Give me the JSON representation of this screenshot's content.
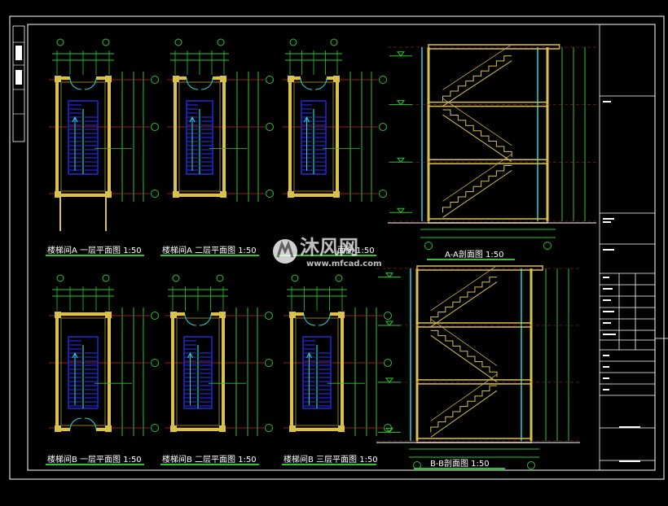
{
  "colors": {
    "background": "#000000",
    "frame": "#ffffff",
    "wall": "#d8c24a",
    "dim": "#28c828",
    "axis": "#d02020",
    "stair": "#1e2ad8",
    "guide": "#1ed8d8",
    "label_underline": "#28c828",
    "text": "#ffffff"
  },
  "drawing_labels": {
    "plan_a1": "楼梯间A 一层平面图  1:50",
    "plan_a2": "楼梯间A 二层平面图  1:50",
    "plan_a3": "面图  1:50",
    "section_a": "A-A剖面图  1:50",
    "plan_b1": "楼梯间B 一层平面图  1:50",
    "plan_b2": "楼梯间B 二层平面图  1:50",
    "plan_b3": "楼梯间B 三层平面图  1:50",
    "section_b": "B-B剖面图  1:50"
  },
  "watermark": {
    "brand_cn": "沐风网",
    "url": "www.mfcad.com",
    "icon": "mf-logo-icon"
  }
}
